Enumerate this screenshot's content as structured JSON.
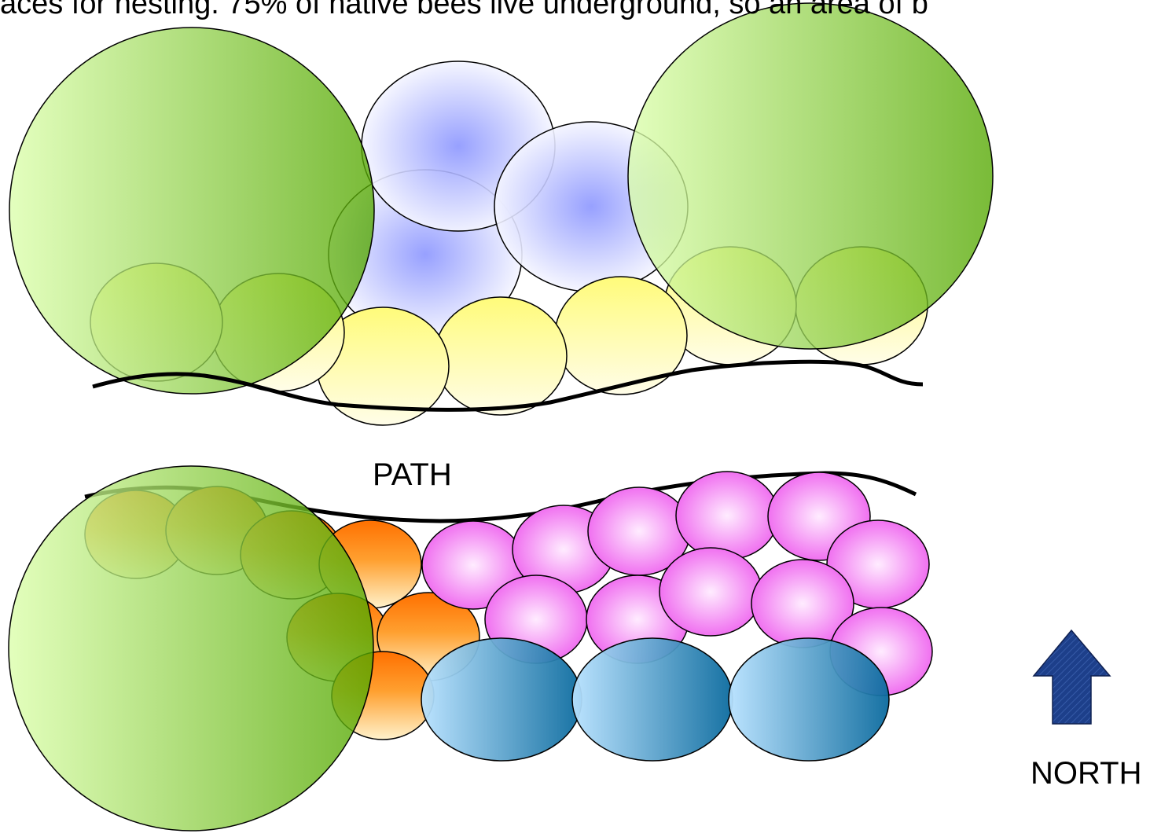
{
  "intro_text": "aces for nesting.  75% of native bees live underground, so an area of b",
  "labels": {
    "path": "PATH",
    "north": "NORTH"
  },
  "colors": {
    "tree_green": "#5aab00",
    "tree_light": "#d8ffa8",
    "yellow_light": "#fffde6",
    "yellow_bright": "#fffb80",
    "lavender_center": "#8c96ff",
    "lavender_edge": "#f4f5ff",
    "orange_top": "#ff7a00",
    "orange_bottom": "#fff0c8",
    "pink_center": "#ffe8ff",
    "pink_edge": "#f06af0",
    "blue_light": "#b6e0ff",
    "blue_dark": "#0a6a9e",
    "arrow_navy": "#1d3f8a"
  },
  "icons": {
    "north": "north-arrow-icon"
  }
}
